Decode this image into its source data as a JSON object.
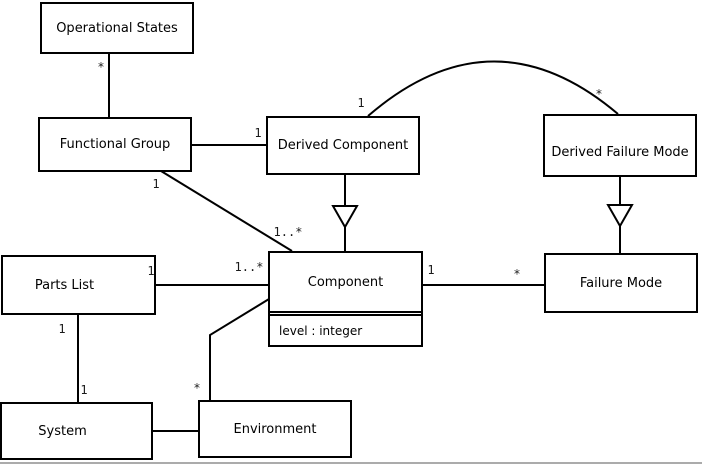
{
  "diagram": {
    "type": "uml-class-diagram",
    "nodes": {
      "operational_states": {
        "label": "Operational States"
      },
      "functional_group": {
        "label": "Functional Group"
      },
      "derived_component": {
        "label": "Derived Component"
      },
      "derived_failure_mode": {
        "label": "Derived Failure Mode"
      },
      "component": {
        "label": "Component",
        "attributes": [
          "level : integer"
        ]
      },
      "failure_mode": {
        "label": "Failure Mode"
      },
      "parts_list": {
        "label": "Parts List"
      },
      "system": {
        "label": "System"
      },
      "environment": {
        "label": "Environment"
      }
    },
    "multiplicities": {
      "os_fg": "*",
      "fg_dc": "1",
      "dc_dfm_near_dc": "1",
      "dc_dfm_near_dfm": "*",
      "fg_comp_near_fg": "1",
      "fg_comp_near_comp": "1..*",
      "pl_comp_near_pl": "1",
      "pl_comp_near_comp": "1..*",
      "comp_fm_near_comp": "1",
      "comp_fm_near_fm": "*",
      "pl_sys_near_pl": "1",
      "pl_sys_near_sys": "1",
      "env_comp_near_env": "*"
    },
    "edges": [
      {
        "from": "Operational States",
        "to": "Functional Group",
        "type": "association",
        "label_near_from": "*"
      },
      {
        "from": "Functional Group",
        "to": "Derived Component",
        "type": "association",
        "label_near_to": "1"
      },
      {
        "from": "Derived Component",
        "to": "Derived Failure Mode",
        "type": "association-arc",
        "label_near_from": "1",
        "label_near_to": "*"
      },
      {
        "from": "Derived Component",
        "to": "Component",
        "type": "generalization"
      },
      {
        "from": "Derived Failure Mode",
        "to": "Failure Mode",
        "type": "generalization"
      },
      {
        "from": "Functional Group",
        "to": "Component",
        "type": "association",
        "label_near_from": "1",
        "label_near_to": "1..*"
      },
      {
        "from": "Parts List",
        "to": "Component",
        "type": "association",
        "label_near_from": "1",
        "label_near_to": "1..*"
      },
      {
        "from": "Component",
        "to": "Failure Mode",
        "type": "association",
        "label_near_from": "1",
        "label_near_to": "*"
      },
      {
        "from": "Parts List",
        "to": "System",
        "type": "association",
        "label_near_from": "1",
        "label_near_to": "1"
      },
      {
        "from": "System",
        "to": "Environment",
        "type": "association"
      },
      {
        "from": "Environment",
        "to": "Component",
        "type": "association",
        "label_near_from": "*"
      }
    ],
    "colors": {
      "line": "#000000",
      "box_border": "#000000",
      "box_fill": "#ffffff",
      "background": "#ffffff",
      "bottom_edge": "#ababab"
    }
  }
}
